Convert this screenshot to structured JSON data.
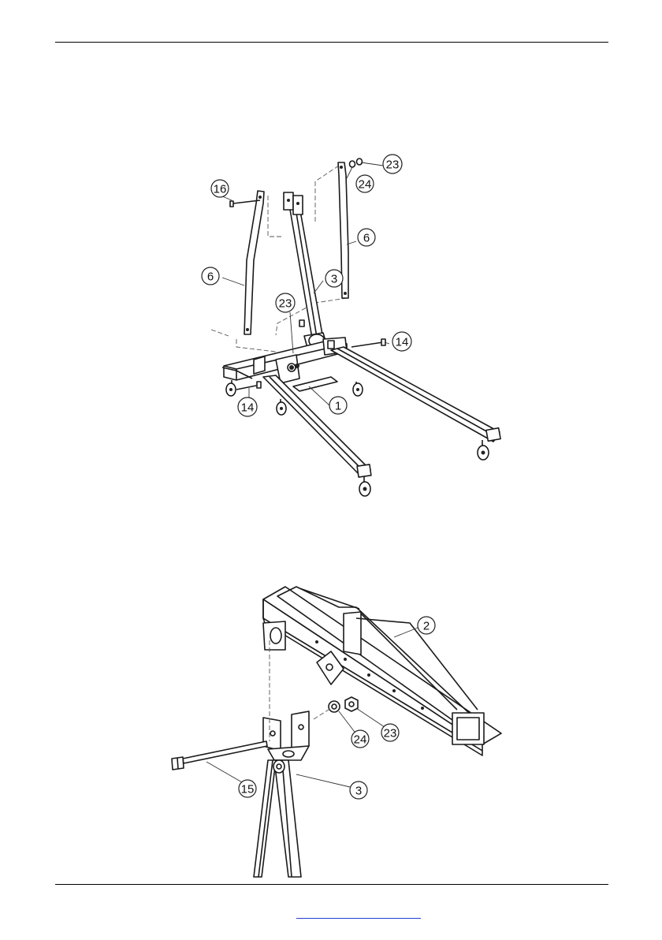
{
  "page": {
    "footer_link_text": ""
  },
  "figure_top": {
    "callouts": [
      {
        "id": "16",
        "label": "16"
      },
      {
        "id": "6a",
        "label": "6"
      },
      {
        "id": "6b",
        "label": "6"
      },
      {
        "id": "3",
        "label": "3"
      },
      {
        "id": "23a",
        "label": "23"
      },
      {
        "id": "24",
        "label": "24"
      },
      {
        "id": "23b",
        "label": "23"
      },
      {
        "id": "14a",
        "label": "14"
      },
      {
        "id": "14b",
        "label": "14"
      },
      {
        "id": "1",
        "label": "1"
      }
    ]
  },
  "figure_bottom": {
    "callouts": [
      {
        "id": "2",
        "label": "2"
      },
      {
        "id": "24",
        "label": "24"
      },
      {
        "id": "23",
        "label": "23"
      },
      {
        "id": "15",
        "label": "15"
      },
      {
        "id": "3",
        "label": "3"
      }
    ]
  },
  "colors": {
    "line": "#1a1a1a",
    "footer_link": "#1f3fcf"
  }
}
